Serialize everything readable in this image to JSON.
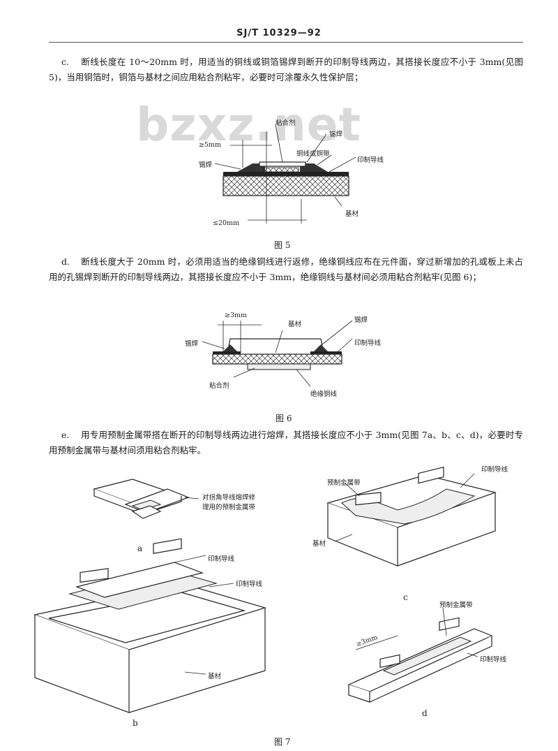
{
  "header": "SJ/T 10329—92",
  "watermark": "bzxz.net",
  "para_c": {
    "label": "c.",
    "text": "断线长度在 10～20mm 时，用适当的铜线或铜箔锡焊到断开的印制导线两边，其搭接长度应不小于 3mm(见图 5)，当用铜箔时，铜箔与基材之间应用粘合剂粘牢，必要时可涂覆永久性保护层；"
  },
  "fig5": {
    "caption": "图 5",
    "labels": {
      "adhesive": "粘合剂",
      "solder_right": "锡焊",
      "min_overlap": "≥5mm",
      "wire_foil": "铜线或铜带",
      "solder_left": "锡焊",
      "printed_conductor": "印制导线",
      "substrate": "基材",
      "max_length": "≤20mm"
    }
  },
  "para_d": {
    "label": "d.",
    "text": "断线长度大于 20mm 时，必须用适当的绝缘铜线进行返修，绝缘铜线应布在元件面，穿过新增加的孔或板上未占用的孔锡焊到断开的印制导线两边，其搭接长度应不小于 3mm，绝缘铜线与基材间必须用粘合剂粘牢(见图 6)；"
  },
  "fig6": {
    "caption": "图 6",
    "labels": {
      "min_overlap": "≥3mm",
      "substrate": "基材",
      "solder_top": "锡焊",
      "solder_left": "锡焊",
      "printed_conductor": "印制导线",
      "adhesive": "粘合剂",
      "insulated_wire": "绝缘铜线"
    }
  },
  "para_e": {
    "label": "e.",
    "text": "用专用预制金属带搭在断开的印制导线两边进行熔焊，其搭接长度应不小于 3mm(见图 7a、b、c、d)，必要时专用预制金属带与基材间须用粘合剂粘牢。"
  },
  "fig7": {
    "caption": "图 7",
    "a": {
      "sub": "a",
      "label": "对拐角导线熔焊修理用的预制金属带"
    },
    "b": {
      "sub": "b",
      "label_top": "印制导线",
      "label_mid": "印制导线",
      "label_base": "基材"
    },
    "c": {
      "sub": "c",
      "label_strip": "预制金属带",
      "label_cond": "印制导线",
      "label_base": "基材"
    },
    "d": {
      "sub": "d",
      "label_strip": "预制金属带",
      "label_len": "≥3mm",
      "label_cond": "印制导线"
    }
  }
}
